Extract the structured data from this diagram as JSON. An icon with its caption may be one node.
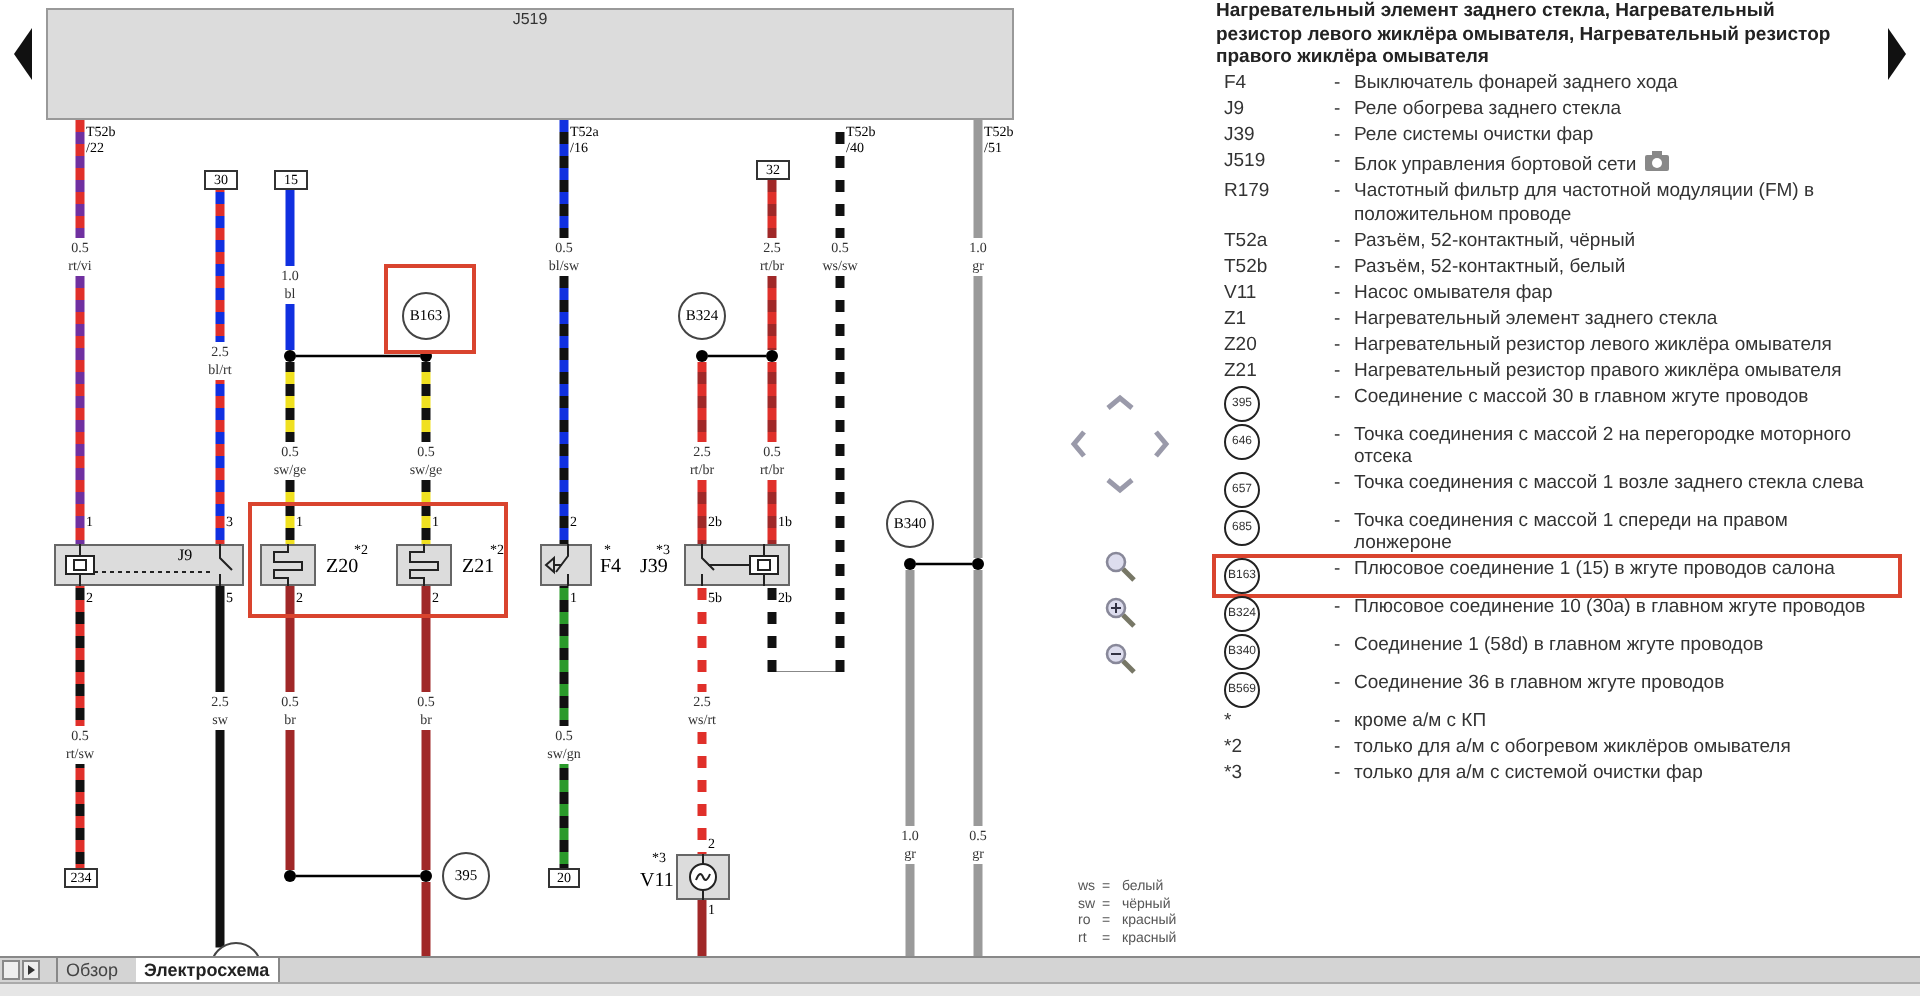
{
  "diagram": {
    "title": "Нагревательный элемент заднего стекла, Нагревательный резистор левого жиклёра омывателя, Нагревательный резистор правого жиклёра омывателя",
    "nodes": [
      {
        "text": [
          "J519"
        ]
      },
      {
        "text": [
          "30"
        ]
      },
      {
        "text": [
          "15"
        ]
      },
      {
        "text": [
          "32"
        ]
      },
      {
        "text": [
          "B163"
        ]
      },
      {
        "text": [
          "B324"
        ]
      },
      {
        "text": [],
        "shape": "dot"
      },
      {
        "text": [],
        "shape": "dot"
      },
      {
        "text": [],
        "shape": "dot"
      },
      {
        "text": [],
        "shape": "dot"
      },
      {
        "text": [
          "J9"
        ]
      },
      {
        "text": [
          "Z20"
        ],
        "beside": [
          "*2"
        ]
      },
      {
        "text": [
          "Z21"
        ],
        "beside": [
          "*2"
        ]
      },
      {
        "text": [
          "F4"
        ],
        "beside": [
          "*"
        ]
      },
      {
        "text": [
          "J39"
        ],
        "beside": [
          "*3"
        ]
      },
      {
        "text": [
          "B340"
        ]
      },
      {
        "text": [],
        "shape": "dot"
      },
      {
        "text": [],
        "shape": "dot"
      },
      {
        "text": [
          "234"
        ]
      },
      {
        "text": [],
        "shape": "dot"
      },
      {
        "text": [],
        "shape": "dot"
      },
      {
        "text": [
          "395"
        ]
      },
      {
        "text": [
          "20"
        ]
      },
      {
        "text": [
          "V11"
        ],
        "beside": [
          "*3"
        ]
      },
      {
        "text": [],
        "shape": "circle"
      }
    ],
    "edges": [
      {
        "from": 0,
        "to": 10,
        "arrow": "none",
        "label": "0.5 rt/vi",
        "color": "#e0302a"
      },
      {
        "from": 10,
        "to": 18,
        "arrow": "none",
        "label": "0.5 rt/sw",
        "color": "#e0302a"
      },
      {
        "from": 1,
        "to": 10,
        "arrow": "none",
        "label": "2.5 bl/rt",
        "color": "#1030e0"
      },
      {
        "from": 10,
        "to": 24,
        "arrow": "none",
        "label": "2.5 sw",
        "color": "#111111"
      },
      {
        "from": 2,
        "to": 6,
        "arrow": "none",
        "label": "1.0 bl",
        "color": "#1030e0"
      },
      {
        "from": 6,
        "to": 7,
        "arrow": "none"
      },
      {
        "from": 6,
        "to": 11,
        "arrow": "none",
        "label": "0.5 sw/ge",
        "color": "#111111"
      },
      {
        "from": 7,
        "to": 12,
        "arrow": "none",
        "label": "0.5 sw/ge",
        "color": "#111111"
      },
      {
        "from": 11,
        "to": 19,
        "arrow": "none",
        "label": "0.5 br",
        "color": "#a02828"
      },
      {
        "from": 12,
        "to": 20,
        "arrow": "none",
        "label": "0.5 br",
        "color": "#a02828"
      },
      {
        "from": 19,
        "to": 20,
        "arrow": "none"
      },
      {
        "from": 20,
        "to": null,
        "arrow": "none",
        "color": "#a02828"
      },
      {
        "from": 0,
        "to": 13,
        "arrow": "none",
        "label": "0.5 bl/sw",
        "color": "#1030e0"
      },
      {
        "from": 13,
        "to": 22,
        "arrow": "none",
        "label": "0.5 sw/gn",
        "color": "#111111"
      },
      {
        "from": 3,
        "to": 9,
        "arrow": "none",
        "label": "2.5 rt/br",
        "color": "#e0302a"
      },
      {
        "from": 8,
        "to": 9,
        "arrow": "none"
      },
      {
        "from": 8,
        "to": 14,
        "arrow": "none",
        "label": "2.5 rt/br",
        "color": "#e0302a"
      },
      {
        "from": 9,
        "to": 14,
        "arrow": "none",
        "label": "0.5 rt/br",
        "color": "#e0302a"
      },
      {
        "from": 14,
        "to": 23,
        "arrow": "none",
        "label": "2.5 ws/rt",
        "color": "#ffffff"
      },
      {
        "from": 23,
        "to": null,
        "arrow": "none",
        "color": "#a02828"
      },
      {
        "from": 0,
        "to": 14,
        "arrow": "none",
        "label": "0.5 ws/sw",
        "color": "#ffffff"
      },
      {
        "from": 0,
        "to": 17,
        "arrow": "none",
        "label": "1.0 gr",
        "color": "#9a9a9a"
      },
      {
        "from": 16,
        "to": 17,
        "arrow": "none"
      },
      {
        "from": 16,
        "to": null,
        "arrow": "none",
        "label": "1.0 gr",
        "color": "#9a9a9a"
      },
      {
        "from": 17,
        "to": null,
        "arrow": "none",
        "label": "0.5 gr",
        "color": "#9a9a9a"
      }
    ],
    "labels": [
      "T52b /22",
      "T52a /16",
      "T52b /40",
      "T52b /51",
      "1",
      "3",
      "1",
      "1",
      "2",
      "2b",
      "1b",
      "2",
      "5",
      "2",
      "2",
      "1",
      "5b",
      "2b",
      "2",
      "1",
      "F4",
      "-",
      "Выключатель фонарей заднего хода",
      "J9",
      "-",
      "Реле обогрева заднего стекла",
      "J39",
      "-",
      "Реле системы очистки фар",
      "J519",
      "-",
      "Блок управления бортовой сети",
      "R179",
      "-",
      "Частотный фильтр для частотной модуляции (FM) в положительном проводе",
      "T52a",
      "-",
      "Разъём, 52-контактный, чёрный",
      "T52b",
      "-",
      "Разъём, 52-контактный, белый",
      "V11",
      "-",
      "Насос омывателя фар",
      "Z1",
      "-",
      "Нагревательный элемент заднего стекла",
      "Z20",
      "-",
      "Нагревательный резистор левого жиклёра омывателя",
      "Z21",
      "-",
      "Нагревательный резистор правого жиклёра омывателя",
      "395",
      "-",
      "Соединение с массой 30 в главном жгуте проводов",
      "646",
      "-",
      "Точка соединения с массой 2 на перегородке моторного отсека",
      "657",
      "-",
      "Точка соединения с массой 1 возле заднего стекла слева",
      "685",
      "-",
      "Точка соединения с массой 1 спереди на правом лонжероне",
      "B163",
      "-",
      "Плюсовое соединение 1 (15) в жгуте проводов салона",
      "B324",
      "-",
      "Плюсовое соединение 10 (30а) в главном жгуте проводов",
      "B340",
      "-",
      "Соединение 1 (58d) в главном жгуте проводов",
      "B569",
      "-",
      "Соединение 36 в главном жгуте проводов",
      "*",
      "-",
      "кроме а/м с КП",
      "*2",
      "-",
      "только для а/м с обогревом жиклёров омывателя",
      "*3",
      "-",
      "только для а/м с системой очистки фар",
      "ws",
      "=",
      "белый",
      "sw",
      "=",
      "чёрный",
      "ro",
      "=",
      "красный",
      "rt",
      "=",
      "красный",
      "Обзор",
      "Электросхема"
    ]
  }
}
